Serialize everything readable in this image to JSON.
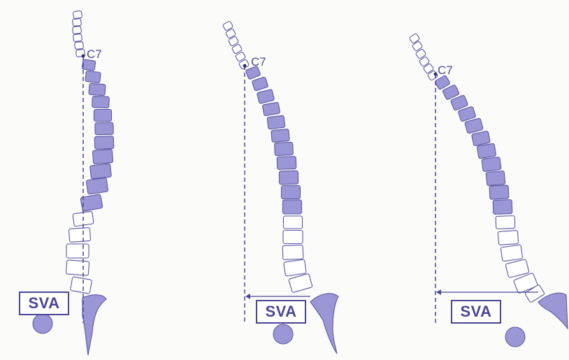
{
  "c7_label": "C7",
  "sva_label": "SVA",
  "colors": {
    "spine_fill": "#9b97d6",
    "outline": "#5a56a3",
    "plumb_line": "#4a4694",
    "box_border": "#4a4694"
  },
  "panels": [
    {
      "c7_label": "C7",
      "sva_label": "SVA"
    },
    {
      "c7_label": "C7",
      "sva_label": "SVA"
    },
    {
      "c7_label": "C7",
      "sva_label": "SVA"
    }
  ]
}
